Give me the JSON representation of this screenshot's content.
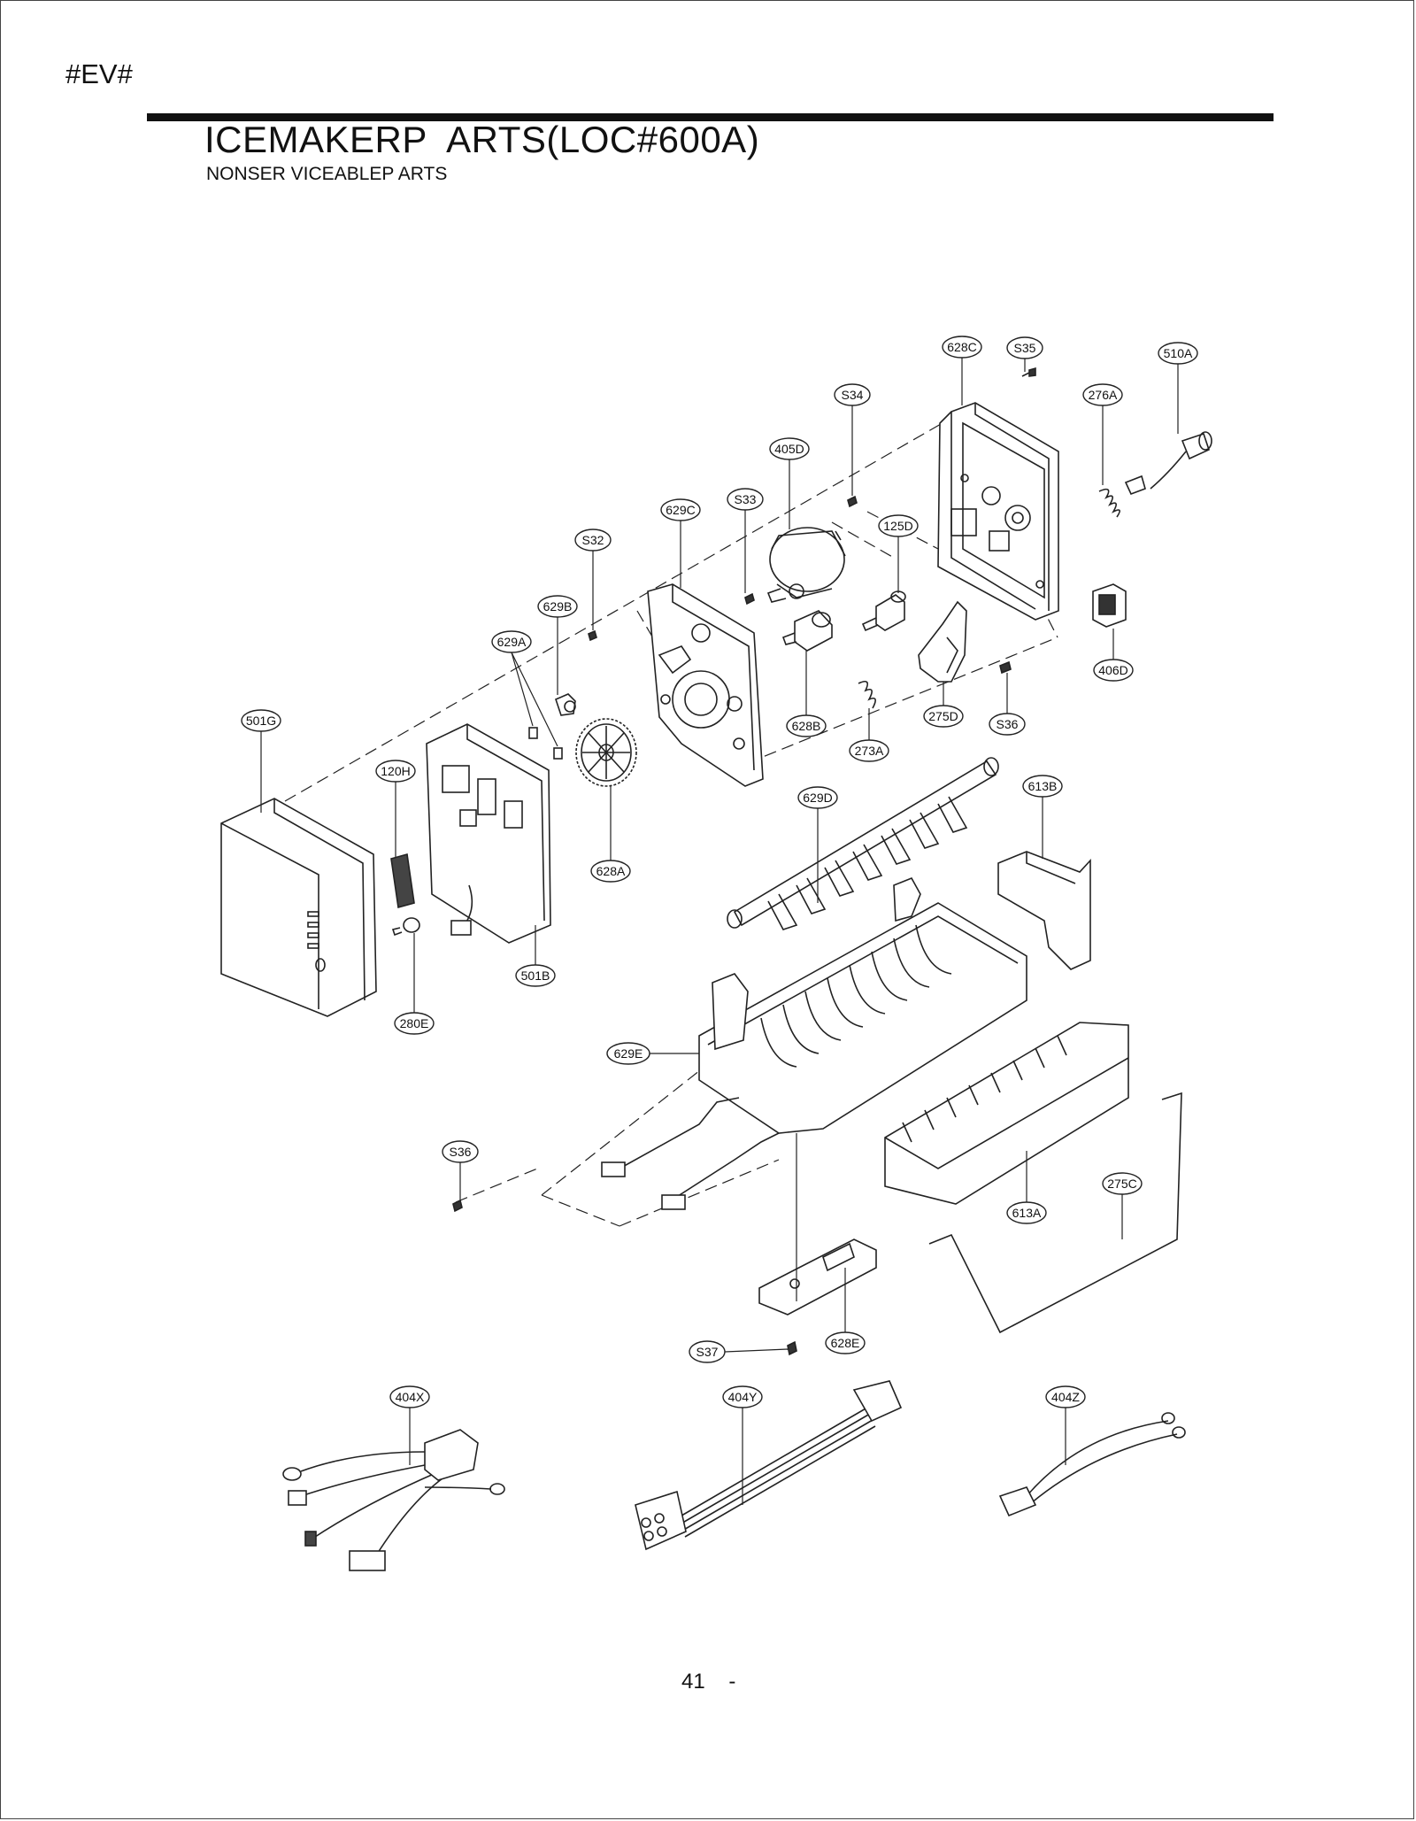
{
  "header": {
    "code": "#EV#",
    "title": "ICEMAKERP  ARTS(LOC#600A)",
    "subtitle": "NONSER VICEABLEP ARTS"
  },
  "callouts": {
    "c628C": "628C",
    "cS35": "S35",
    "c510A": "510A",
    "cS34": "S34",
    "c276A": "276A",
    "c405D": "405D",
    "cS33": "S33",
    "c629C": "629C",
    "c125D": "125D",
    "cS32": "S32",
    "c629B": "629B",
    "c629A": "629A",
    "c406D": "406D",
    "c501G": "501G",
    "c628B": "628B",
    "c275D": "275D",
    "cS36a": "S36",
    "c273A": "273A",
    "c120H": "120H",
    "c629D": "629D",
    "c613B": "613B",
    "c628A": "628A",
    "c501B": "501B",
    "c280E": "280E",
    "c629E": "629E",
    "cS36b": "S36",
    "c275C": "275C",
    "c613A": "613A",
    "c628E": "628E",
    "cS37": "S37",
    "c404X": "404X",
    "c404Y": "404Y",
    "c404Z": "404Z"
  },
  "footer": {
    "page_number": "41    -"
  }
}
